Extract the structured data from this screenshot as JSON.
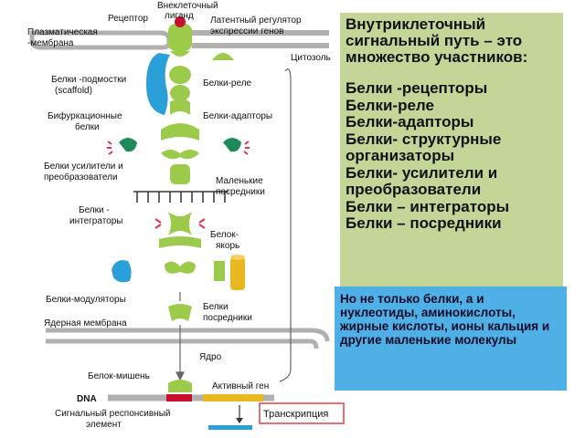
{
  "labels": {
    "plasma_membrane": "Плазматическая",
    "plasma_membrane_2": "-мембрана",
    "receptor": "Рецептор",
    "ligand": "Внеклеточный",
    "ligand_2": "лиганд",
    "latent_regulator": "Латентный регулятор",
    "latent_regulator_2": "экспрессии генов",
    "cytosol": "Цитозоль",
    "scaffold": "Белки -подмостки",
    "scaffold_2": "(scaffold)",
    "relay": "Белки-реле",
    "bifurcation": "Бифуркационные",
    "bifurcation_2": "белки",
    "adapters": "Белки-адапторы",
    "amplifiers": "Белки усилители и",
    "amplifiers_2": "преобразователи",
    "small_mediators": "Маленькие",
    "small_mediators_2": "посредники",
    "integrators": "Белки -",
    "integrators_2": "интеграторы",
    "anchor": "Белок-",
    "anchor_2": "якорь",
    "modulators": "Белки-модуляторы",
    "mediators": "Белки",
    "mediators_2": "посредники",
    "nuclear_membrane": "Ядерная мембрана",
    "nucleus": "Ядро",
    "target_protein": "Белок-мишень",
    "active_gene": "Активный ген",
    "dna": "DNA",
    "response_element": "Сигнальный респонсивный",
    "response_element_2": "элемент",
    "transcription": "Транскрипция"
  },
  "green_box": {
    "title": "Внутриклеточный сигнальный путь – это множество участников:",
    "items": [
      "Белки -рецепторы",
      "Белки-реле",
      "Белки-адапторы",
      "Белки- структурные организаторы",
      "Белки- усилители и преобразователи",
      "Белки – интеграторы",
      "Белки – посредники"
    ]
  },
  "blue_box": {
    "text": "Но не только  белки, а и нуклеотиды, аминокислоты, жирные кислоты, ионы кальция и другие маленькие молекулы"
  },
  "colors": {
    "green_box": "#c3d698",
    "blue_box": "#4fb0e6",
    "protein_green": "#9ccb4c",
    "protein_dark_green": "#1e8a5a",
    "protein_blue": "#2a9fd8",
    "membrane": "#b0b0b0",
    "ligand_red": "#c8102e",
    "anchor_yellow": "#e8b820",
    "transcription_red": "#e04040"
  }
}
